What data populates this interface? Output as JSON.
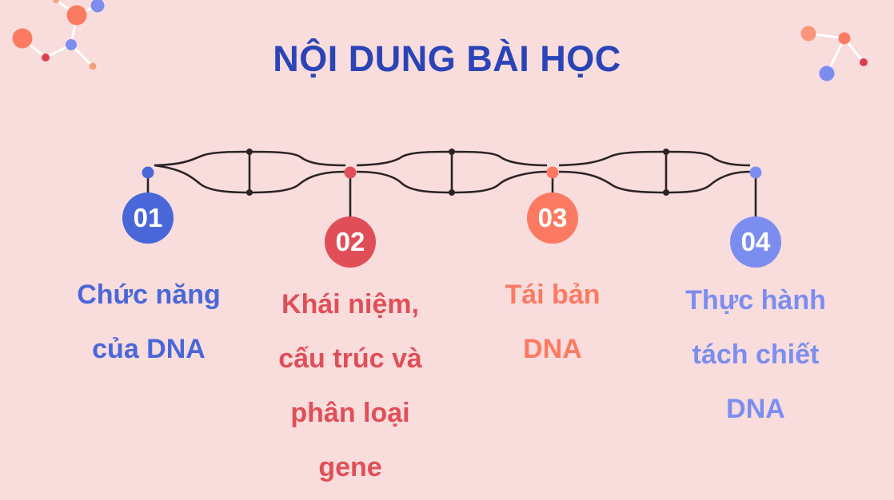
{
  "title": "NỘI DUNG BÀI HỌC",
  "colors": {
    "background": "#f9dcdc",
    "title": "#2a44b8",
    "item1": "#4a67d9",
    "item2": "#e04f58",
    "item3": "#fc7a62",
    "item4": "#7b8ef0",
    "strand": "#2a2326"
  },
  "items": [
    {
      "number": "01",
      "lines": [
        "Chức năng",
        "của DNA"
      ]
    },
    {
      "number": "02",
      "lines": [
        "Khái niệm,",
        "cấu trúc và",
        "phân loại",
        "gene"
      ]
    },
    {
      "number": "03",
      "lines": [
        "Tái bản",
        "DNA"
      ]
    },
    {
      "number": "04",
      "lines": [
        "Thực hành",
        "tách chiết",
        "DNA"
      ]
    }
  ]
}
